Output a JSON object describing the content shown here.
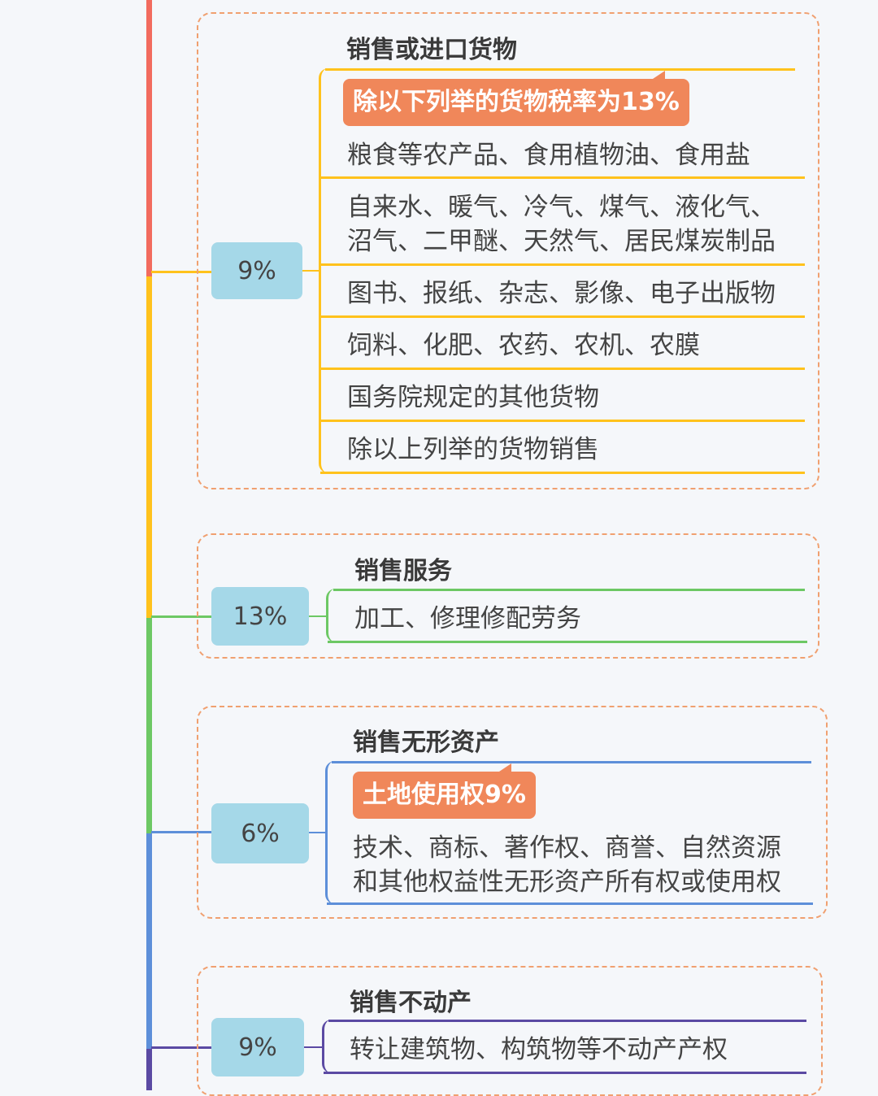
{
  "colors": {
    "red": "#f26b5e",
    "yellow": "#ffc21c",
    "green": "#6dc864",
    "blue": "#5d8fd9",
    "purple": "#5b4aa3",
    "badge": "#f0875a",
    "rate_box": "#a5d8e8"
  },
  "groups": [
    {
      "title": "销售或进口货物",
      "rate": "9%",
      "badge": "除以下列举的货物税率为13%",
      "items": [
        [
          "粮食等农产品、食用植物油、食用盐"
        ],
        [
          "自来水、暖气、冷气、煤气、液化气、",
          "沼气、二甲醚、天然气、居民煤炭制品"
        ],
        [
          "图书、报纸、杂志、影像、电子出版物"
        ],
        [
          "饲料、化肥、农药、农机、农膜"
        ],
        [
          "国务院规定的其他货物"
        ],
        [
          "除以上列举的货物销售"
        ]
      ]
    },
    {
      "title": "销售服务",
      "rate": "13%",
      "items": [
        [
          "加工、修理修配劳务"
        ]
      ]
    },
    {
      "title": "销售无形资产",
      "rate": "6%",
      "badge": "土地使用权9%",
      "items": [
        [
          "技术、商标、著作权、商誉、自然资源",
          "和其他权益性无形资产所有权或使用权"
        ]
      ]
    },
    {
      "title": "销售不动产",
      "rate": "9%",
      "items": [
        [
          "转让建筑物、构筑物等不动产产权"
        ]
      ]
    }
  ]
}
